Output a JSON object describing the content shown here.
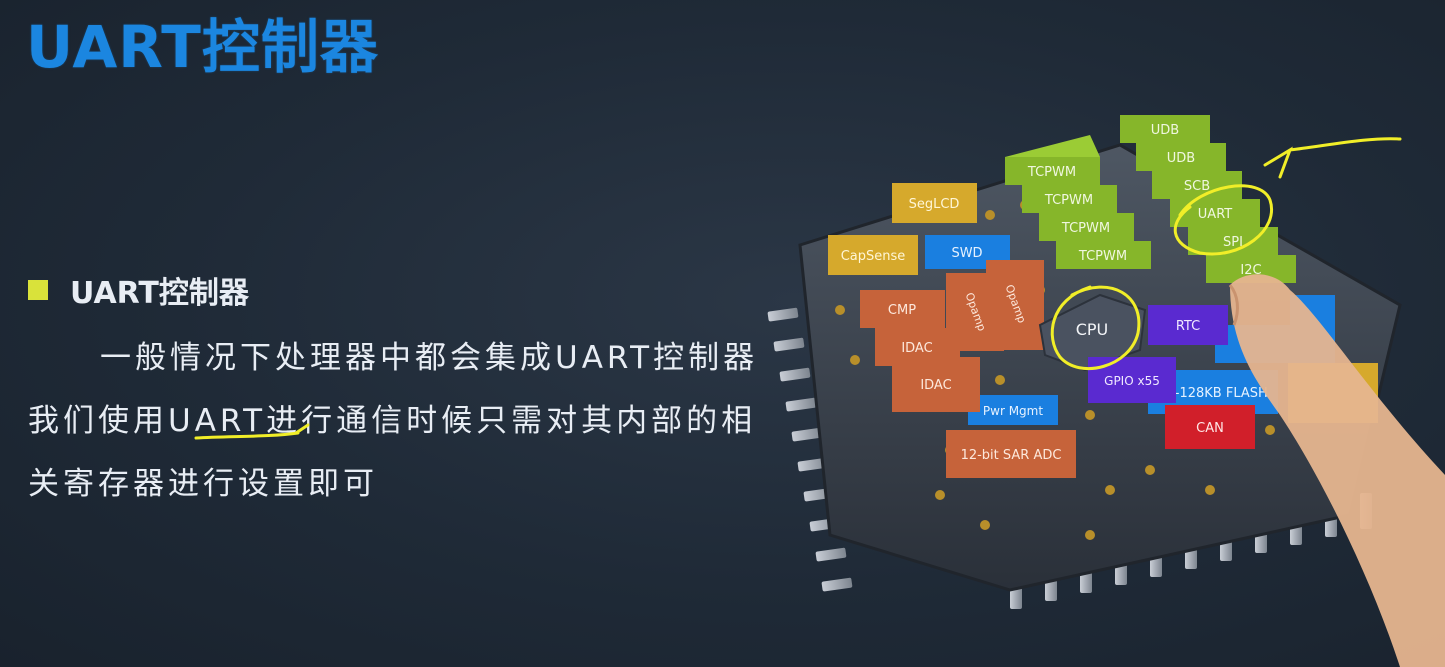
{
  "slide": {
    "title": "UART控制器",
    "bullet": "UART控制器",
    "lines": [
      "一般情况下处理器中都会集成UART控制器",
      "我们使用UART进行通信时候只需对其内部的相",
      "关寄存器进行设置即可"
    ]
  },
  "chip_blocks": {
    "udb1": "UDB",
    "udb2": "UDB",
    "scb": "SCB",
    "uart": "UART",
    "spi": "SPI",
    "i2c": "I2C",
    "tcpwm1": "TCPWM",
    "tcpwm2": "TCPWM",
    "tcpwm3": "TCPWM",
    "tcpwm4": "TCPWM",
    "segled": "SegLCD",
    "capsense": "CapSense",
    "swd": "SWD",
    "cmp": "CMP",
    "idac1": "IDAC",
    "idac2": "IDAC",
    "opamp1": "Opamp",
    "opamp2": "Opamp",
    "cpu": "CPU",
    "rtc": "RTC",
    "gpio": "GPIO x55",
    "flash": "32-128KB FLASH",
    "can": "CAN",
    "pwr": "Pwr Mgmt",
    "sar": "12-bit SAR ADC"
  },
  "colors": {
    "title_blue": "#1b86e0",
    "bullet_yellow": "#d9e23a",
    "annotation_yellow": "#f1ee28",
    "block_green": "#86b62a",
    "block_orange": "#c6633a",
    "block_yellow": "#d6a92c",
    "block_blue": "#1a7fe0",
    "block_purple": "#5a2ad0",
    "block_red": "#d11f2a"
  }
}
